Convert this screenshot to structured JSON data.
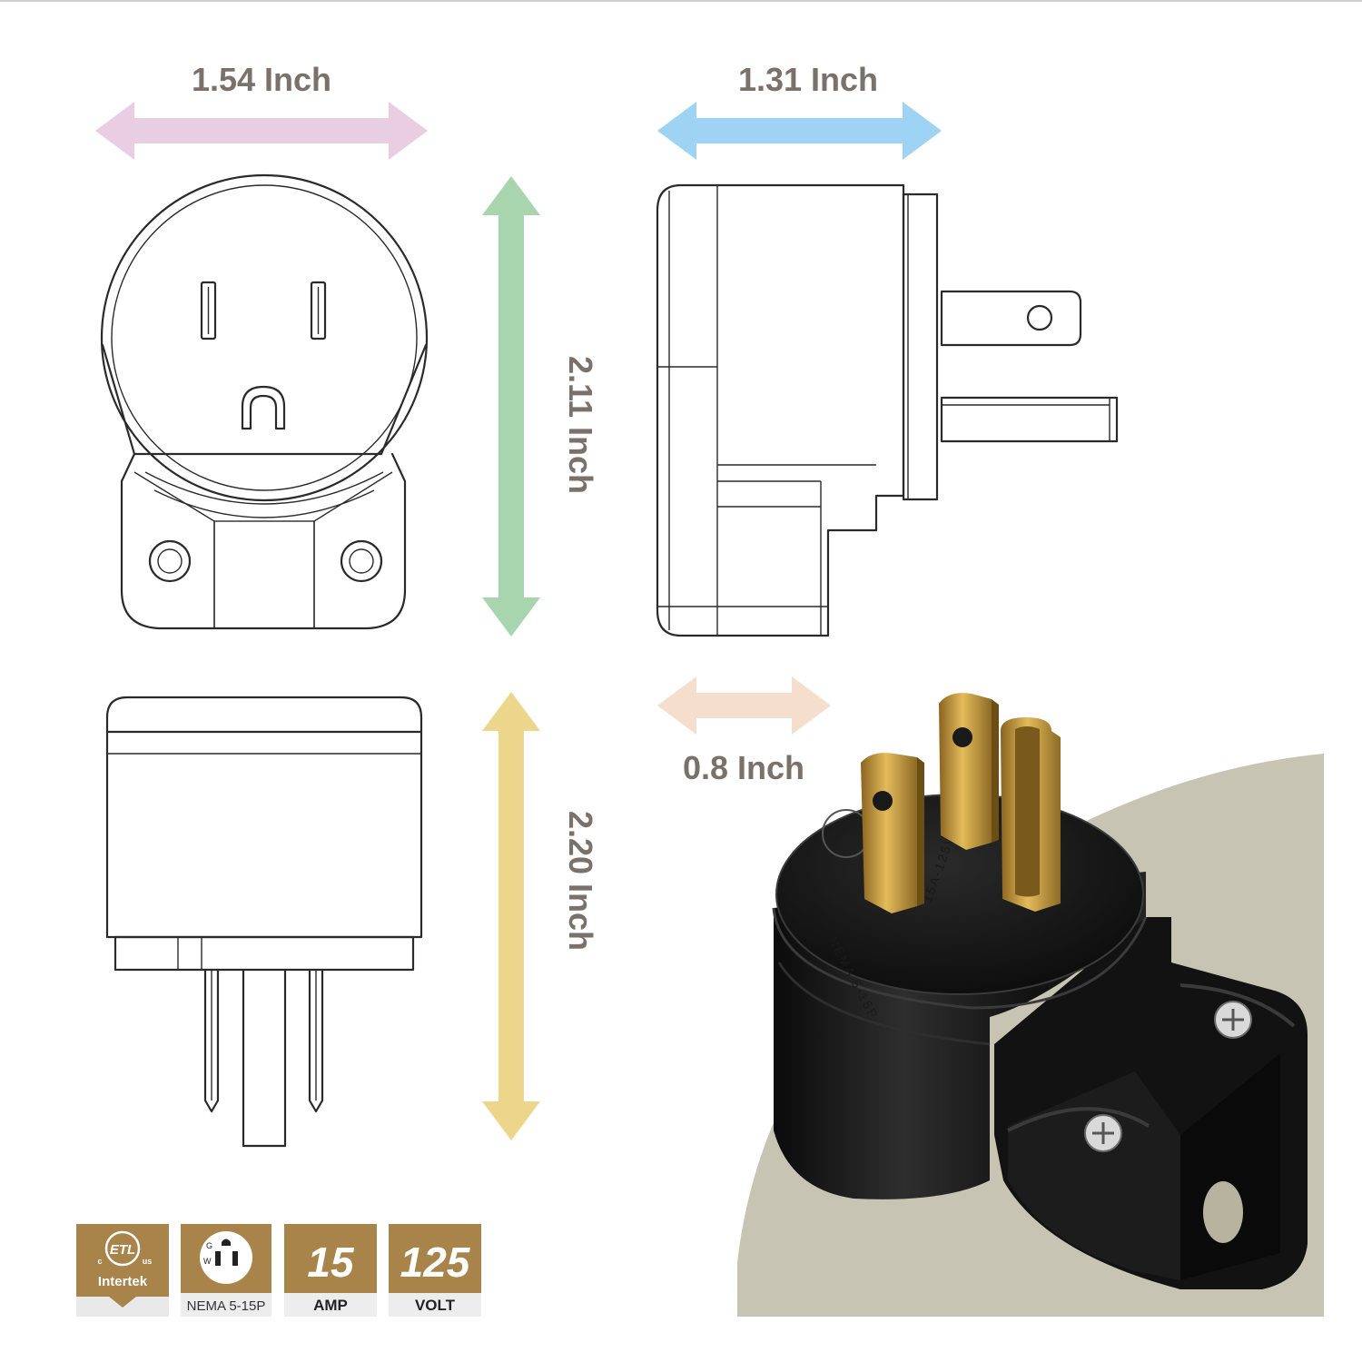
{
  "dimensions": {
    "front_width": "1.54 Inch",
    "side_width": "1.31 Inch",
    "front_height": "2.11 Inch",
    "bottom_height": "2.20 Inch",
    "depth": "0.8 Inch"
  },
  "arrow_colors": {
    "front_width": "#e8cde3",
    "side_width": "#9fd3f4",
    "front_height": "#a8d5ad",
    "bottom_height": "#ecd68c",
    "depth": "#f5dfcc"
  },
  "badges": [
    {
      "id": "etl",
      "icon": "etl-intertek-icon",
      "caption": "Intertek",
      "mark_c": "c",
      "mark_us": "us",
      "mark_text": "ETL"
    },
    {
      "id": "nema",
      "icon": "nema-outlet-icon",
      "caption": "NEMA 5-15P",
      "pin_g": "G",
      "pin_w": "W"
    },
    {
      "id": "amp",
      "value": "15",
      "caption": "AMP"
    },
    {
      "id": "volt",
      "value": "125",
      "caption": "VOLT"
    }
  ],
  "photo": {
    "molded_text": "NEMA 5-15P",
    "molded_rating": "15A-125V~",
    "background_color": "#c8c4b3",
    "body_color": "#141414",
    "blade_color": "#c99a3a"
  },
  "badge_color": "#a8834a"
}
